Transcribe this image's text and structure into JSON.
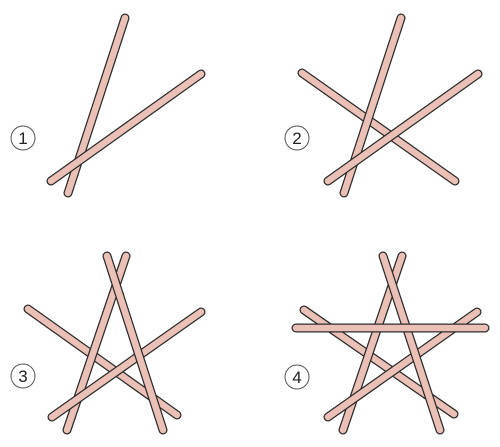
{
  "figure": {
    "stick_fill": "#EBC1B7",
    "stick_outline": "#2b2b2b",
    "panels": [
      {
        "label": "1",
        "stick_count": 2
      },
      {
        "label": "2",
        "stick_count": 3
      },
      {
        "label": "3",
        "stick_count": 4
      },
      {
        "label": "4",
        "stick_count": 5
      }
    ]
  }
}
